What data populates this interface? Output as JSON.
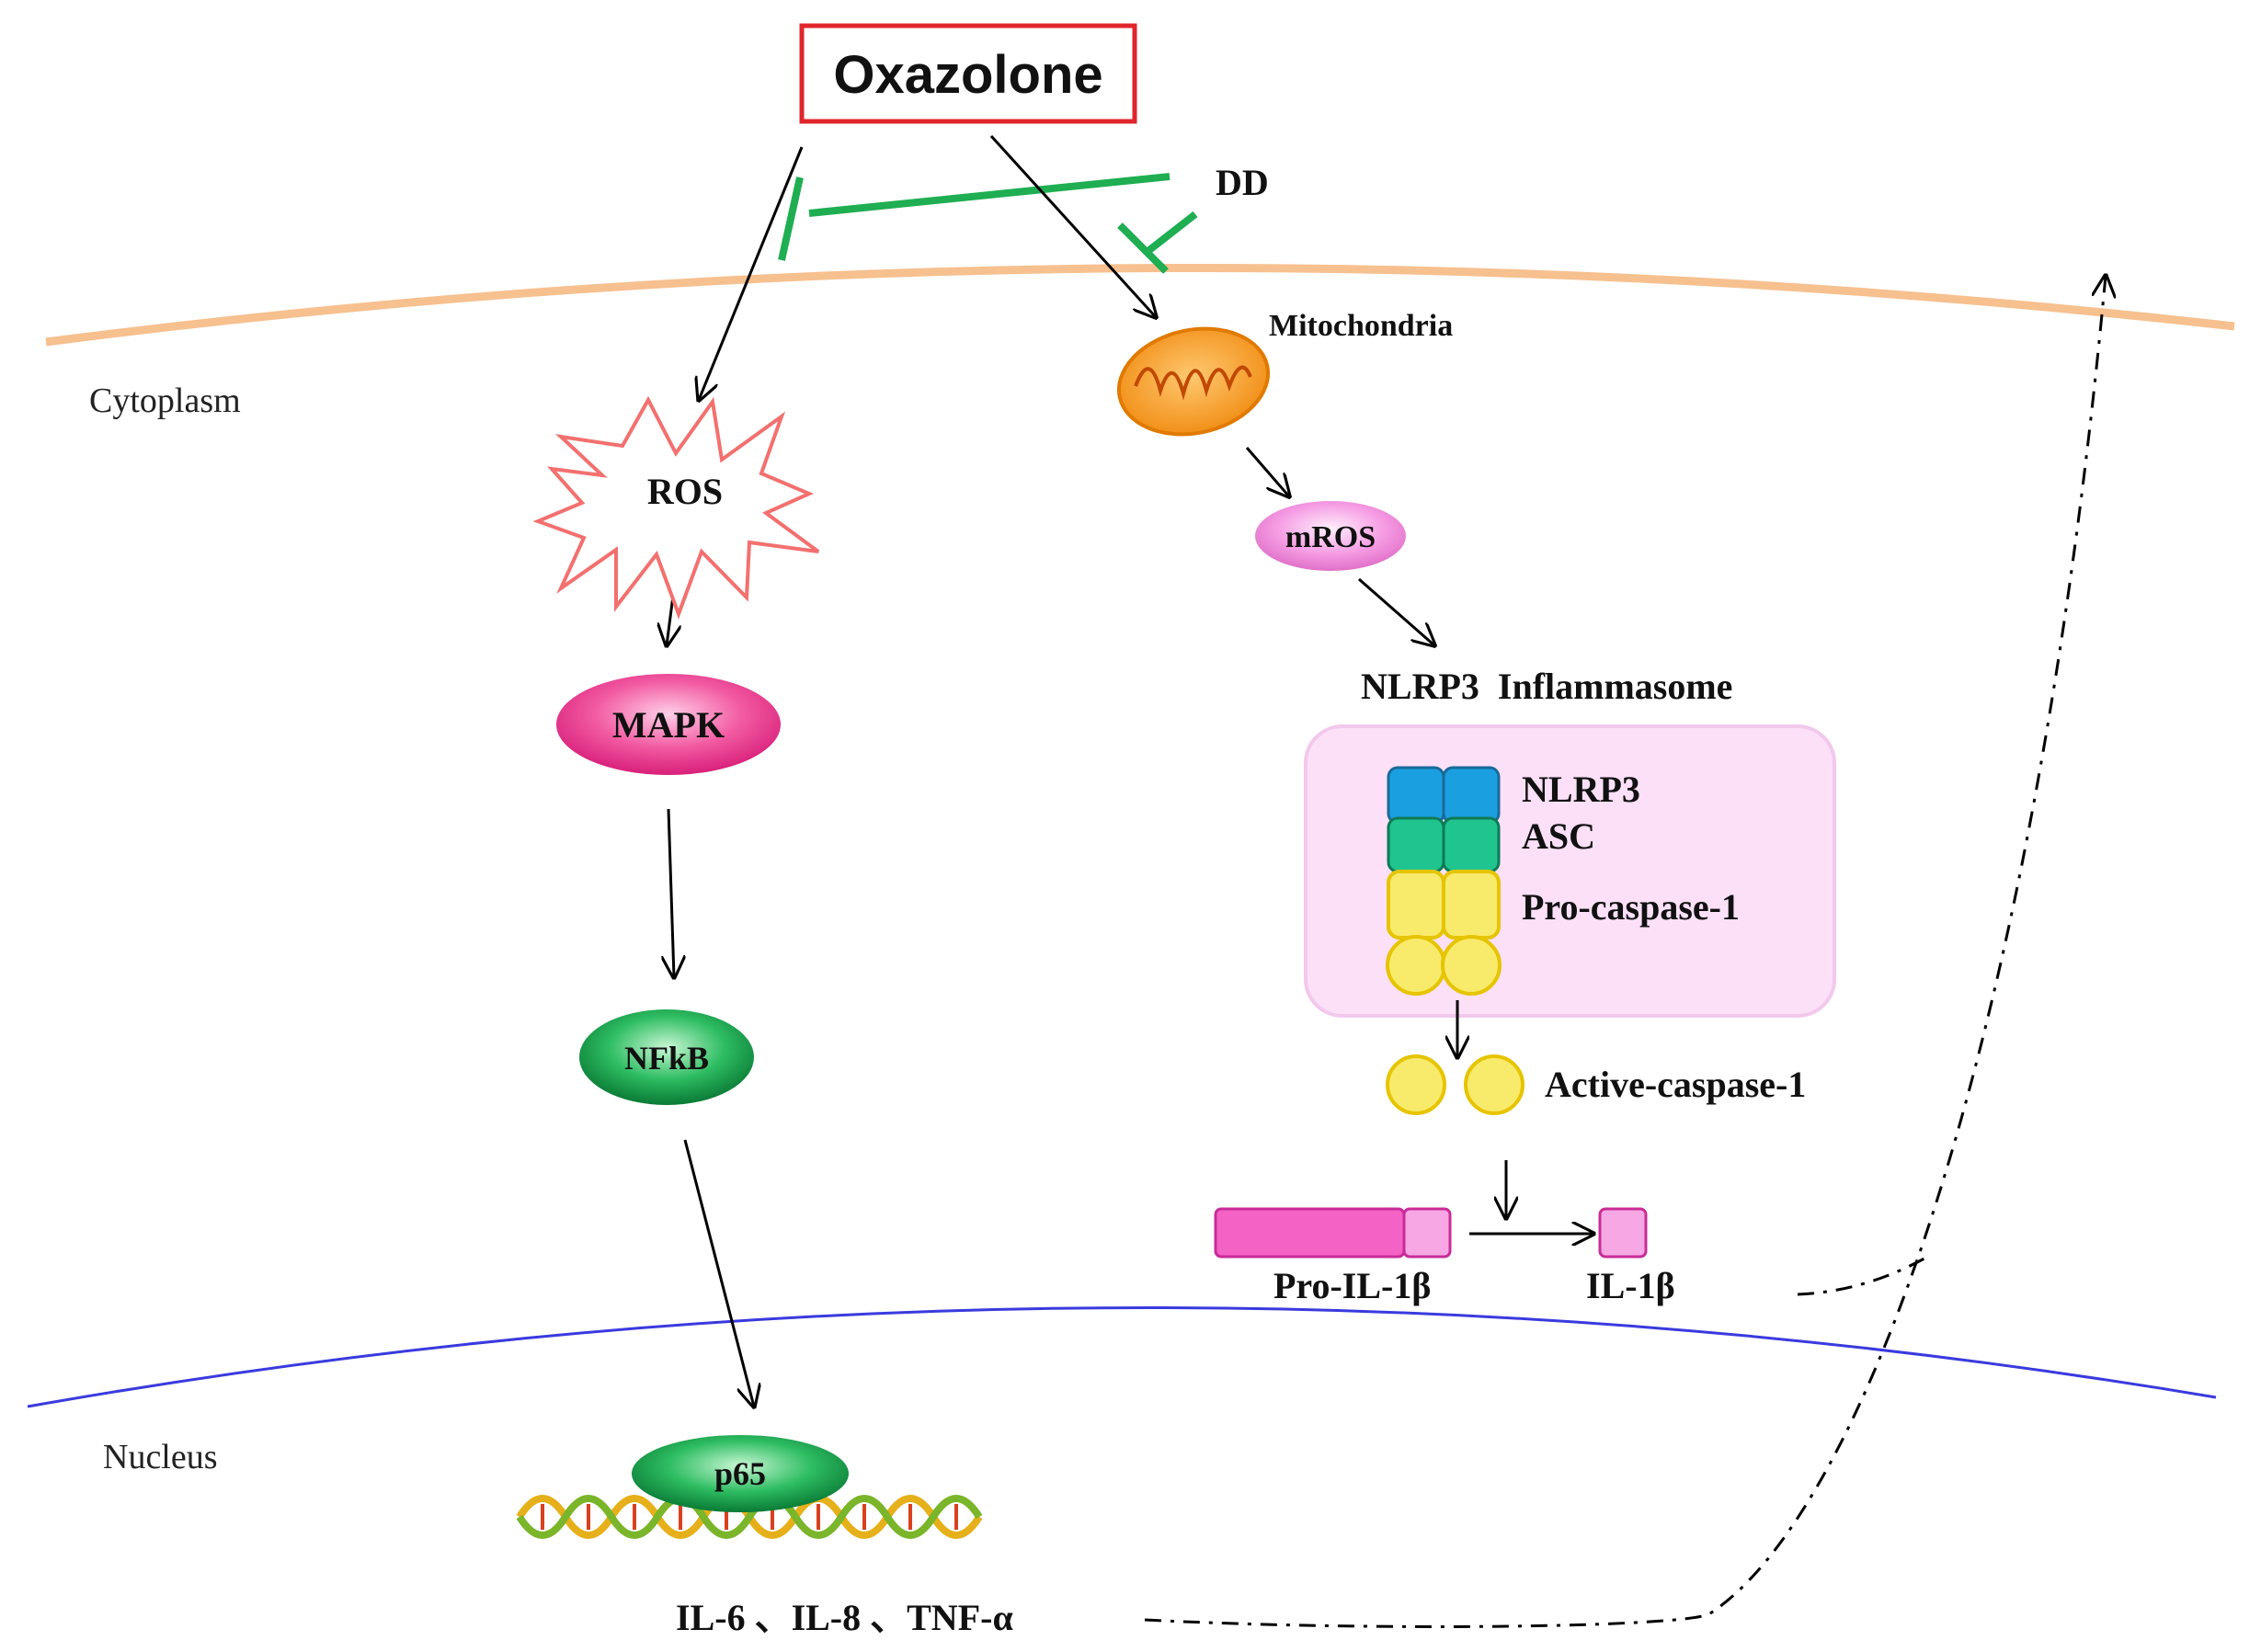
{
  "stimulus": {
    "label": "Oxazolone"
  },
  "inhibitor": {
    "label": "DD"
  },
  "compartments": {
    "cytoplasm": "Cytoplasm",
    "nucleus": "Nucleus"
  },
  "left_pathway": {
    "ros": "ROS",
    "mapk": "MAPK",
    "nfkb": "NFkB",
    "p65": "p65"
  },
  "right_pathway": {
    "mitochondria": "Mitochondria",
    "mros": "mROS",
    "inflammasome_title": "NLRP3  Inflammasome",
    "complex": {
      "nlrp3": "NLRP3",
      "asc": "ASC",
      "pro_caspase": "Pro-caspase-1"
    },
    "active_caspase": "Active-caspase-1",
    "pro_il1b": "Pro-IL-1β",
    "il1b": "IL-1β"
  },
  "outputs": {
    "cytokines": "IL-6 、IL-8 、TNF-α"
  },
  "colors": {
    "stimulus_border": "#e0262b",
    "inhibition": "#1fae52",
    "cell_membrane": "#f7c08f",
    "nuclear_membrane": "#3a3adf",
    "mapk": "#e8408c",
    "nfkb": "#17a04a",
    "mros": "#f07fd6",
    "inflammasome_bg": "#fbe0f8",
    "nlrp3": "#1aa0e0",
    "asc": "#1fc48e",
    "caspase": "#f8ea6a",
    "il1b": "#f462c6"
  }
}
